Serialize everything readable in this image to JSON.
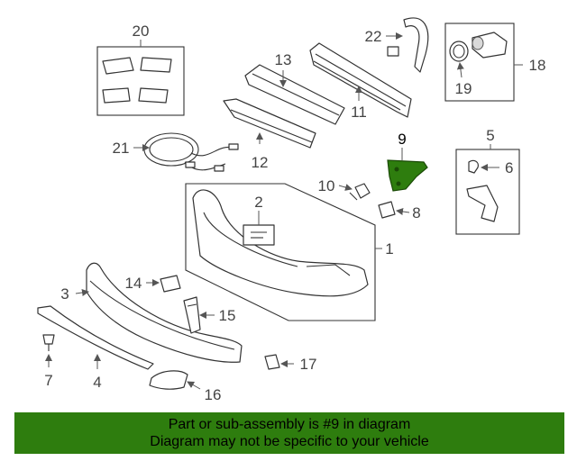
{
  "callouts": {
    "c1": "1",
    "c2": "2",
    "c3": "3",
    "c4": "4",
    "c5": "5",
    "c6": "6",
    "c7": "7",
    "c8": "8",
    "c9": "9",
    "c10": "10",
    "c11": "11",
    "c12": "12",
    "c13": "13",
    "c14": "14",
    "c15": "15",
    "c16": "16",
    "c17": "17",
    "c18": "18",
    "c19": "19",
    "c20": "20",
    "c21": "21",
    "c22": "22"
  },
  "highlight": {
    "part": "9",
    "color": "#2e7d0e"
  },
  "banner": {
    "line1": "Part or sub-assembly is #9 in diagram",
    "line2": "Diagram may not be specific to your vehicle",
    "color": "#2e7d0e"
  }
}
